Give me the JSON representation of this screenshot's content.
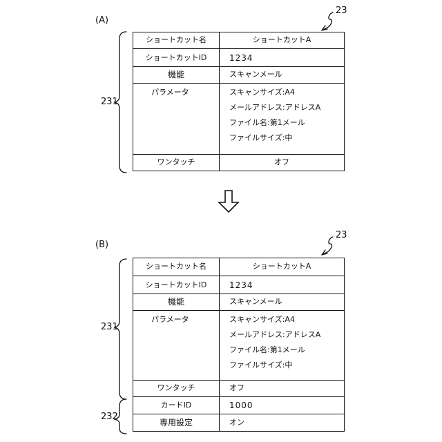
{
  "panels": [
    {
      "label": "(A)",
      "ref": "23",
      "group_labels": [
        "231"
      ],
      "rows": [
        {
          "key": "ショートカット名",
          "value": "ショートカットA"
        },
        {
          "key": "ショートカットID",
          "value": "1234"
        },
        {
          "key": "機能",
          "value": "スキャンメール"
        },
        {
          "key": "パラメータ",
          "value": [
            "スキャンサイズ:A4",
            "メールアドレス:アドレスA",
            "ファイル名:第1メール",
            "ファイルサイズ:中"
          ]
        },
        {
          "key": "ワンタッチ",
          "value": "オフ"
        }
      ]
    },
    {
      "label": "(B)",
      "ref": "23",
      "group_labels": [
        "231",
        "232"
      ],
      "rows": [
        {
          "key": "ショートカット名",
          "value": "ショートカットA"
        },
        {
          "key": "ショートカットID",
          "value": "1234"
        },
        {
          "key": "機能",
          "value": "スキャンメール"
        },
        {
          "key": "パラメータ",
          "value": [
            "スキャンサイズ:A4",
            "メールアドレス:アドレスA",
            "ファイル名:第1メール",
            "ファイルサイズ:中"
          ]
        },
        {
          "key": "ワンタッチ",
          "value": "オフ"
        },
        {
          "key": "カードID",
          "value": "1000"
        },
        {
          "key": "専用設定",
          "value": "オン"
        }
      ]
    }
  ],
  "arrow": {
    "icon": "down-arrow-icon"
  }
}
